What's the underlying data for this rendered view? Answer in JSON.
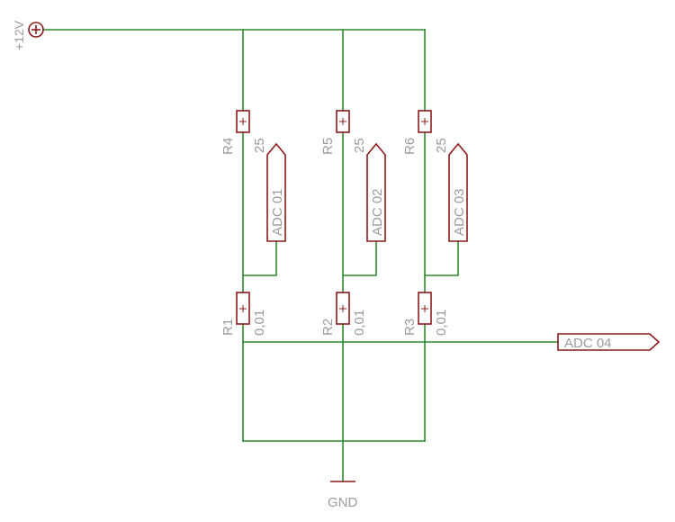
{
  "power": {
    "label": "+12V"
  },
  "ground": {
    "label": "GND"
  },
  "resistors": [
    {
      "ref": "R4",
      "value": "25"
    },
    {
      "ref": "R5",
      "value": "25"
    },
    {
      "ref": "R6",
      "value": "25"
    },
    {
      "ref": "R1",
      "value": "0,01"
    },
    {
      "ref": "R2",
      "value": "0,01"
    },
    {
      "ref": "R3",
      "value": "0,01"
    }
  ],
  "ports": [
    {
      "label": "ADC 01"
    },
    {
      "label": "ADC 02"
    },
    {
      "label": "ADC 03"
    },
    {
      "label": "ADC 04"
    }
  ],
  "colors": {
    "wire": "#2e8b2e",
    "component": "#8b1a1a",
    "label": "#9a9a9a"
  }
}
